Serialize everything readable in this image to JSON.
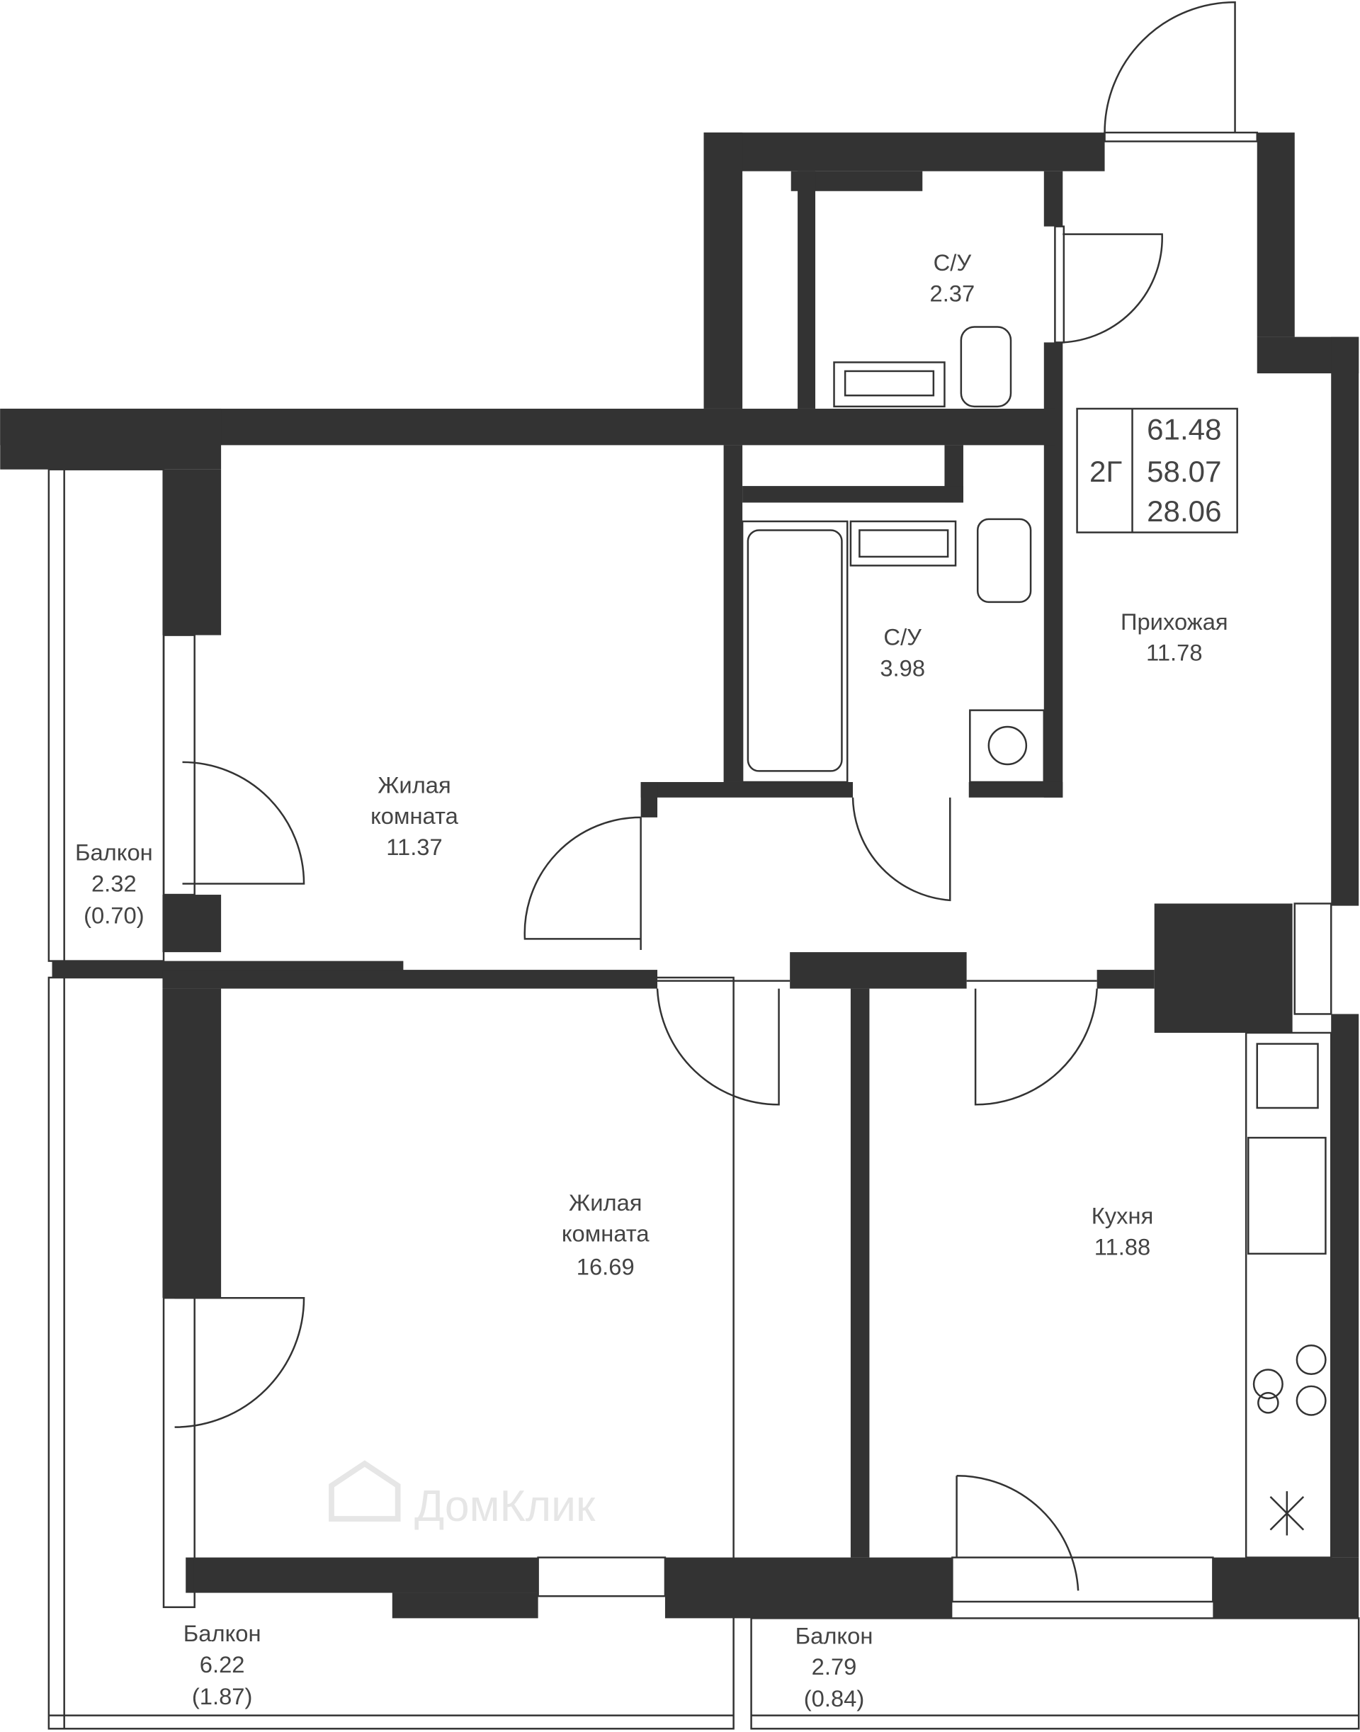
{
  "watermark": "ДомКлик",
  "summary": {
    "type": "2Г",
    "total_area": "61.48",
    "living_total": "58.07",
    "living_area": "28.06"
  },
  "rooms": [
    {
      "name": "С/У",
      "area": "2.37"
    },
    {
      "name": "С/У",
      "area": "3.98"
    },
    {
      "name": "Прихожая",
      "area": "11.78"
    },
    {
      "name": "Жилая",
      "name2": "комната",
      "area": "11.37"
    },
    {
      "name": "Жилая",
      "name2": "комната",
      "area": "16.69"
    },
    {
      "name": "Кухня",
      "area": "11.88"
    },
    {
      "name": "Балкон",
      "area": "2.32",
      "reduced": "(0.70)"
    },
    {
      "name": "Балкон",
      "area": "6.22",
      "reduced": "(1.87)"
    },
    {
      "name": "Балкон",
      "area": "2.79",
      "reduced": "(0.84)"
    }
  ],
  "colors": {
    "wall": "#333333",
    "text": "#444444"
  }
}
